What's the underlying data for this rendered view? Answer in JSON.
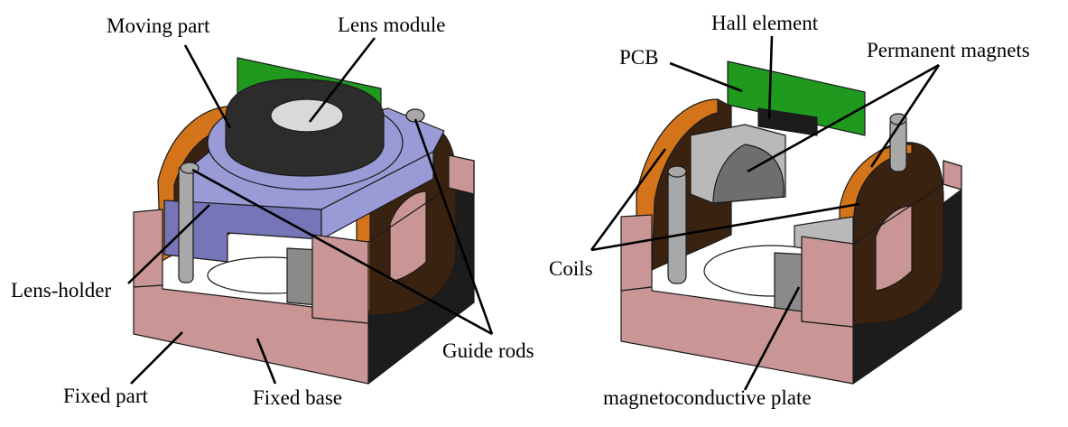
{
  "colors": {
    "pcb": "#1f9a1f",
    "pcb_dark": "#0f6a0f",
    "lens_module": "#2c2c2c",
    "lens_glass": "#d9d9d9",
    "holder": "#9a9ad6",
    "holder_dark": "#7575b8",
    "base": "#c99595",
    "base_dark": "#a97575",
    "shadow": "#1c1c1c",
    "coil": "#d4741a",
    "coil_dark": "#3a2210",
    "magnet": "#b9b9b9",
    "plate": "#8a8a8a",
    "rod": "#a8a8a8"
  },
  "left_figure": {
    "labels": {
      "moving_part": "Moving part",
      "lens_module": "Lens module",
      "lens_holder": "Lens-holder",
      "guide_rods": "Guide rods",
      "fixed_part": "Fixed part",
      "fixed_base": "Fixed base"
    }
  },
  "right_figure": {
    "labels": {
      "hall_element": "Hall element",
      "pcb": "PCB",
      "permanent_magnets": "Permanent magnets",
      "coils": "Coils",
      "magnetoconductive_plate": "magnetoconductive plate"
    }
  }
}
